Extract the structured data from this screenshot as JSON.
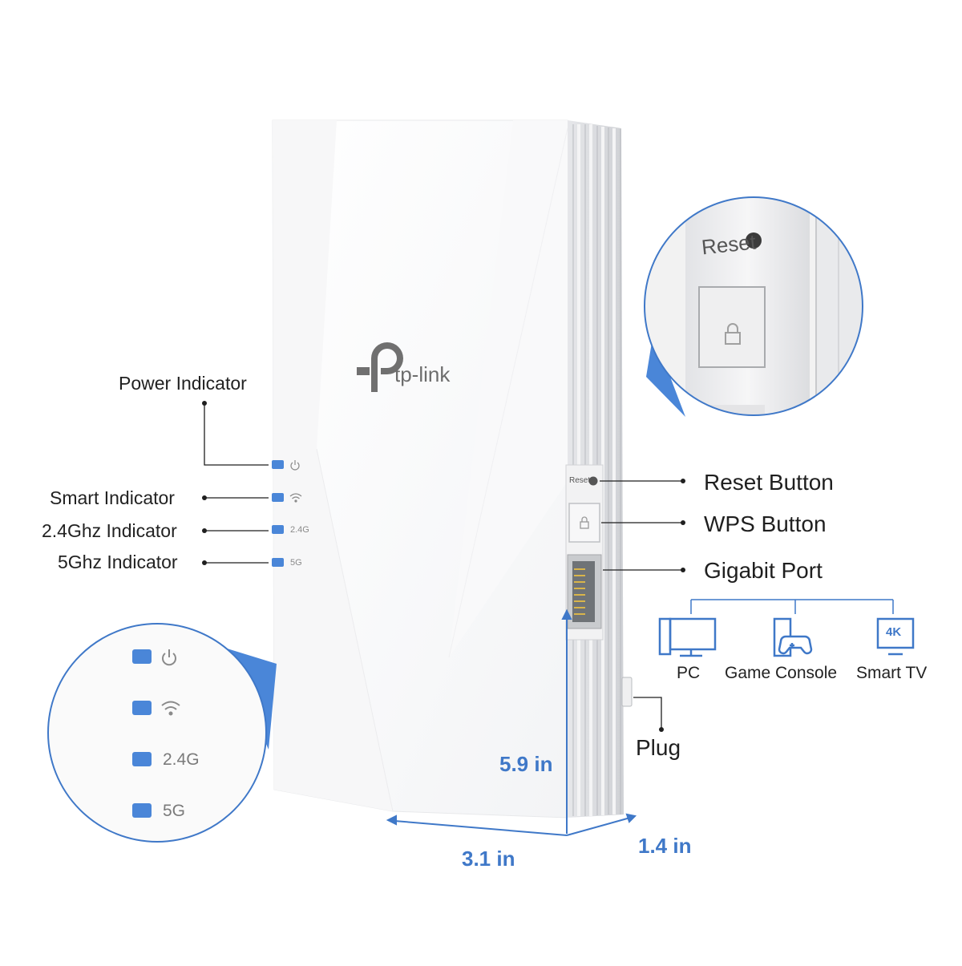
{
  "brand": "tp-link",
  "colors": {
    "accent": "#3f78c8",
    "led": "#4a86d8",
    "device": "#ffffff",
    "line": "#1f1f1f"
  },
  "indicators": {
    "power": "Power Indicator",
    "smart": "Smart Indicator",
    "ghz24": "2.4Ghz Indicator",
    "ghz5": "5Ghz Indicator"
  },
  "led_labels": {
    "ghz24": "2.4G",
    "ghz5": "5G"
  },
  "ports": {
    "reset_label": "Reset",
    "reset_button": "Reset Button",
    "wps_button": "WPS Button",
    "gigabit_port": "Gigabit Port",
    "plug": "Plug"
  },
  "devices": {
    "pc": "PC",
    "game_console": "Game Console",
    "smart_tv": "Smart TV",
    "tv_badge": "4K"
  },
  "dimensions": {
    "height": "5.9 in",
    "width": "3.1 in",
    "depth": "1.4 in"
  }
}
